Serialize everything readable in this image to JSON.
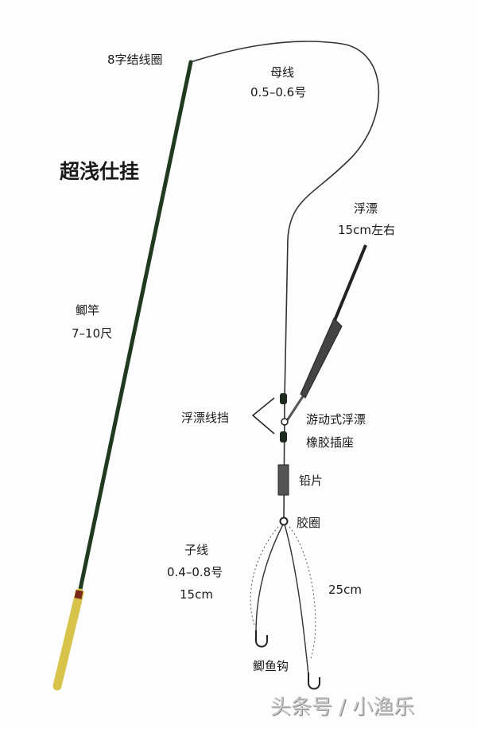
{
  "title": "超浅仕挂",
  "labels": {
    "knot": "8字结线圈",
    "main_line": "母线",
    "main_line_size": "0.5–0.6号",
    "float": "浮漂",
    "float_size": "15cm左右",
    "rod": "鲫竿",
    "rod_length": "7–10尺",
    "float_stopper": "浮漂线挡",
    "sliding_float": "游动式浮漂",
    "rubber_seat": "橡胶插座",
    "sinker": "铅片",
    "rubber_ring": "胶圈",
    "leader": "子线",
    "leader_size": "0.4–0.8号",
    "leader_short": "15cm",
    "leader_long": "25cm",
    "hook": "鲫鱼钩"
  },
  "watermark": "头条号 / 小渔乐",
  "colors": {
    "rod": "#1f3a1f",
    "handle": "#d8c34a",
    "line": "#333333"
  }
}
